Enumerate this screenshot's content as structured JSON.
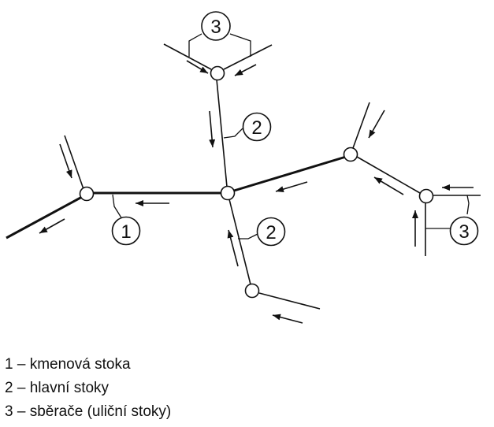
{
  "diagram": {
    "labels": {
      "trunk": "1",
      "main_upper": "2",
      "main_lower": "2",
      "collector_top": "3",
      "collector_right": "3"
    }
  },
  "legend": {
    "items": [
      {
        "number": "1",
        "dash": "–",
        "text": "kmenová stoka"
      },
      {
        "number": "2",
        "dash": "–",
        "text": "hlavní stoky"
      },
      {
        "number": "3",
        "dash": "–",
        "text": "sběrače (uliční stoky)"
      }
    ]
  },
  "colors": {
    "line": "#111111",
    "background": "#ffffff"
  }
}
